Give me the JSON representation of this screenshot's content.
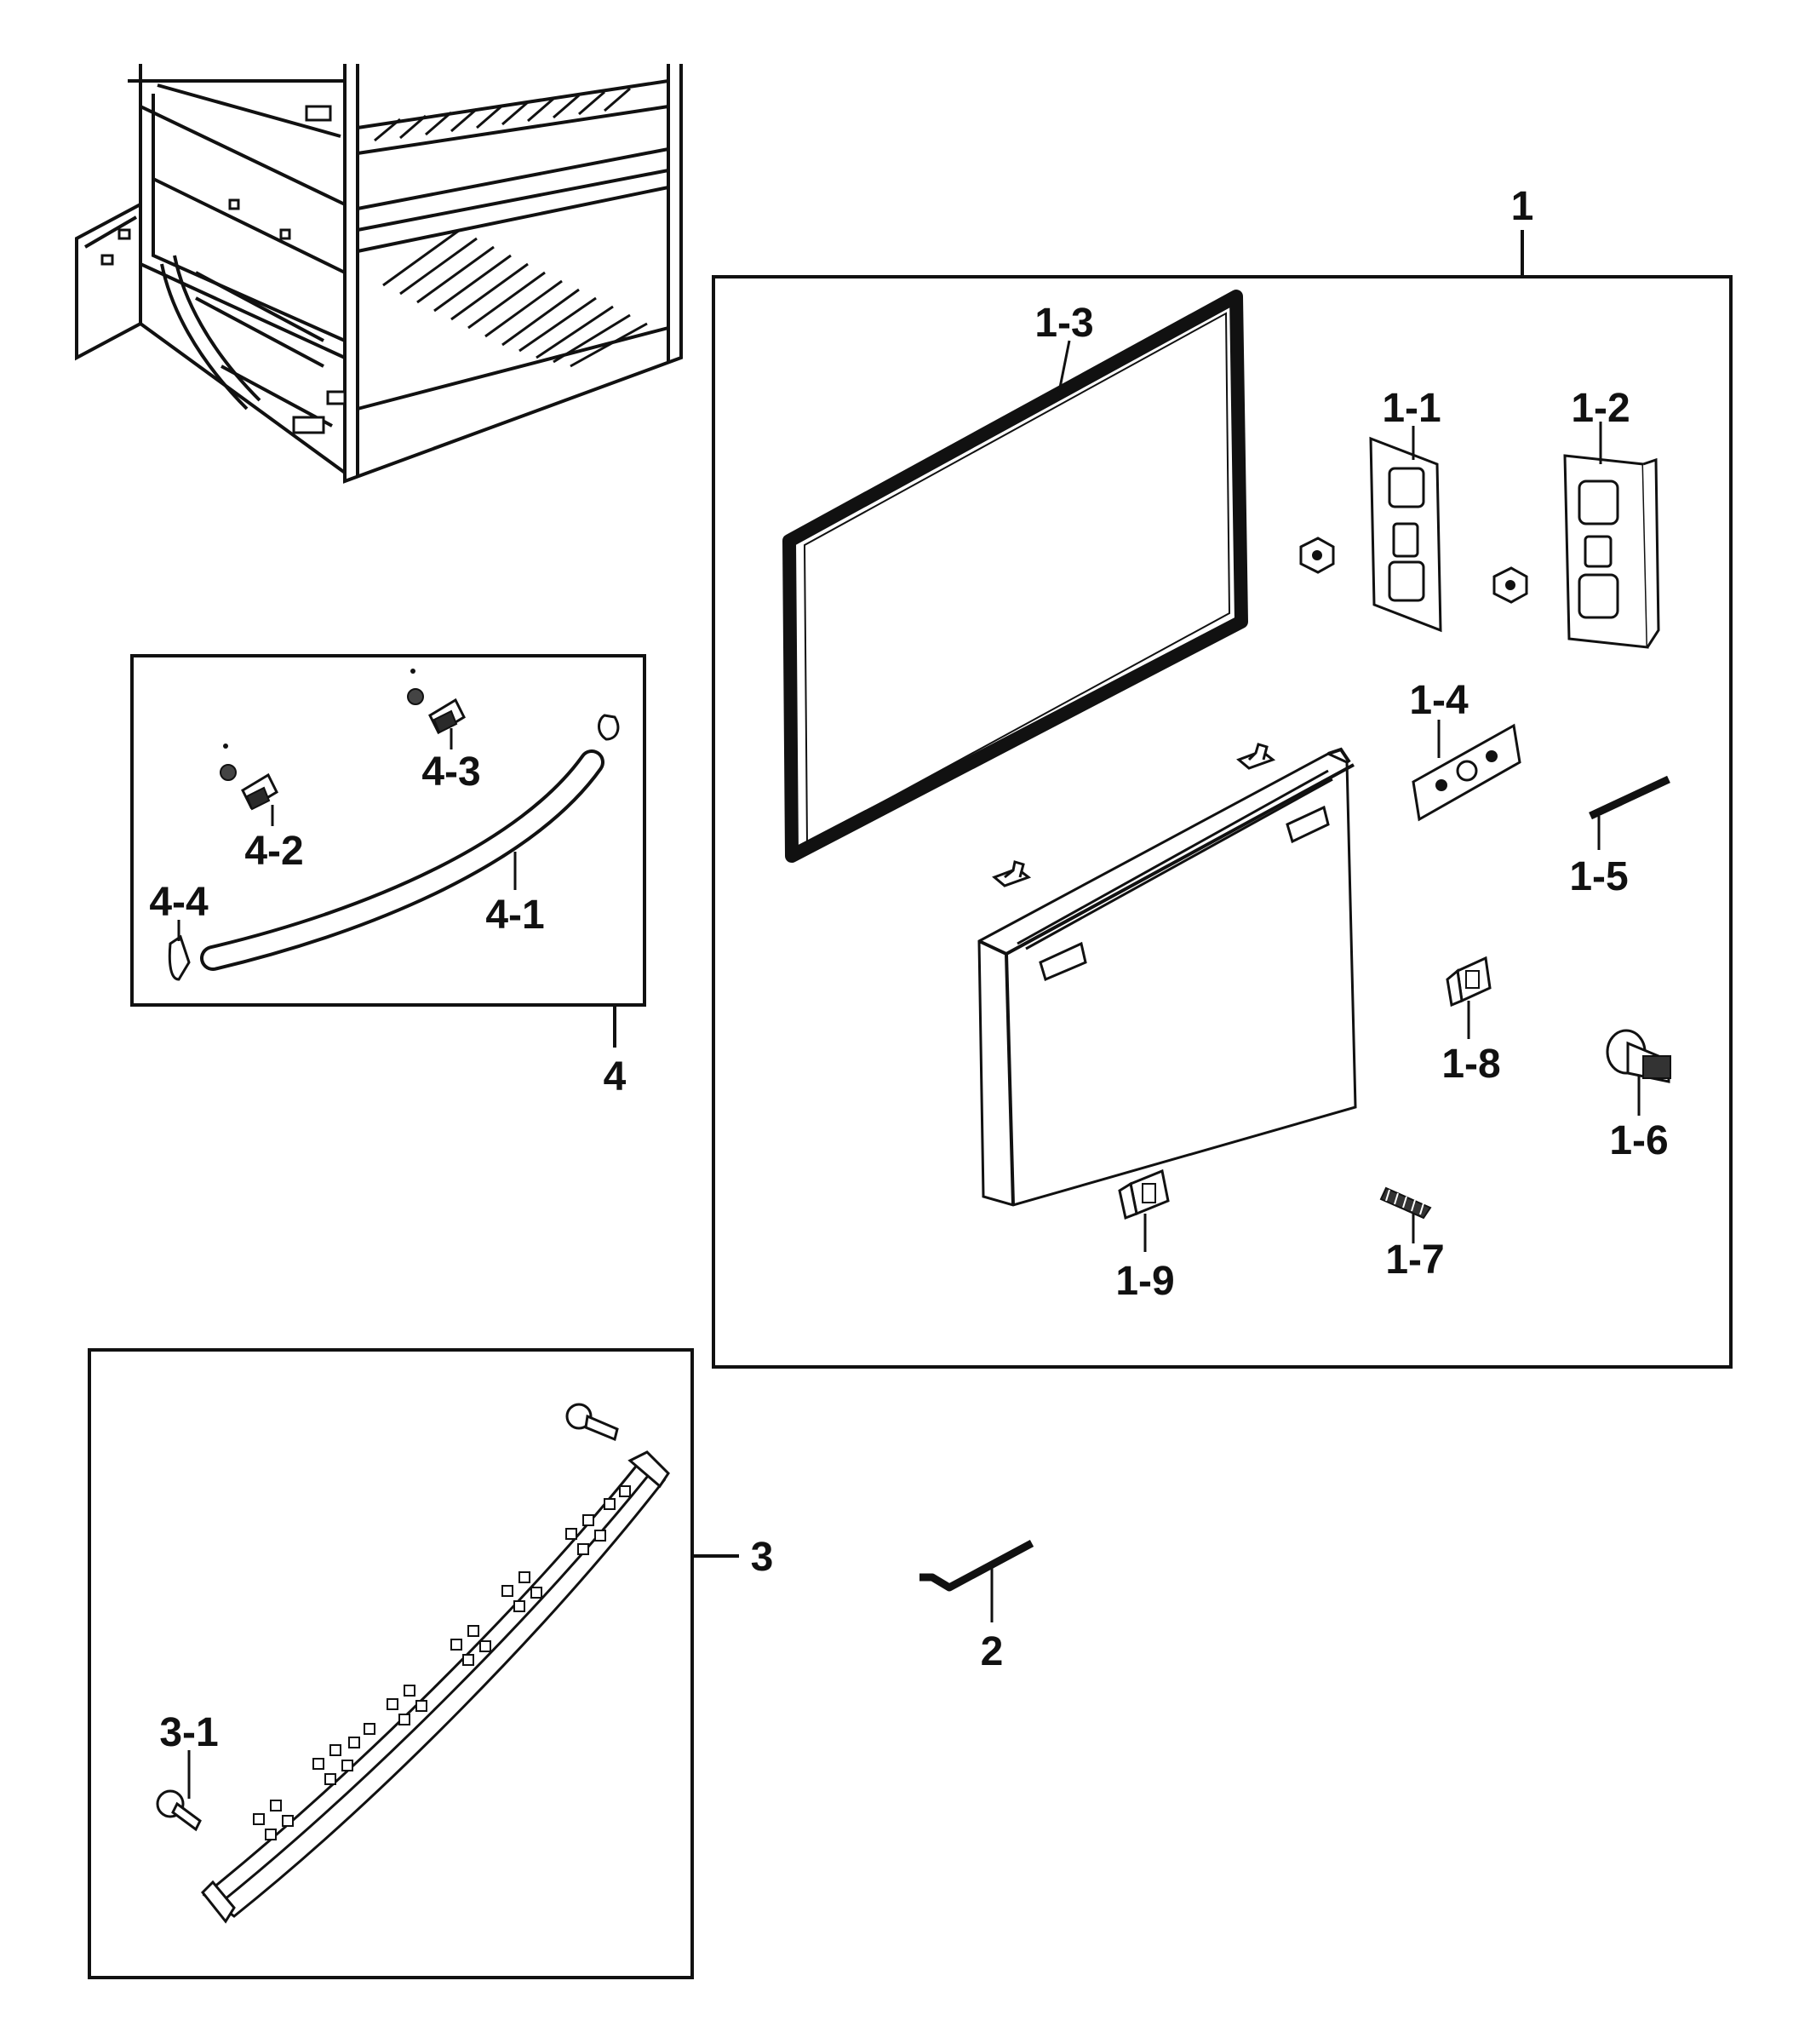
{
  "colors": {
    "ink": "#111111",
    "background": "#ffffff"
  },
  "labels": {
    "assembly_1": "1",
    "part_1_1": "1-1",
    "part_1_2": "1-2",
    "part_1_3": "1-3",
    "part_1_4": "1-4",
    "part_1_5": "1-5",
    "part_1_6": "1-6",
    "part_1_7": "1-7",
    "part_1_8": "1-8",
    "part_1_9": "1-9",
    "assembly_2": "2",
    "assembly_3": "3",
    "part_3_1": "3-1",
    "assembly_4": "4",
    "part_4_1": "4-1",
    "part_4_2": "4-2",
    "part_4_3": "4-3",
    "part_4_4": "4-4"
  }
}
